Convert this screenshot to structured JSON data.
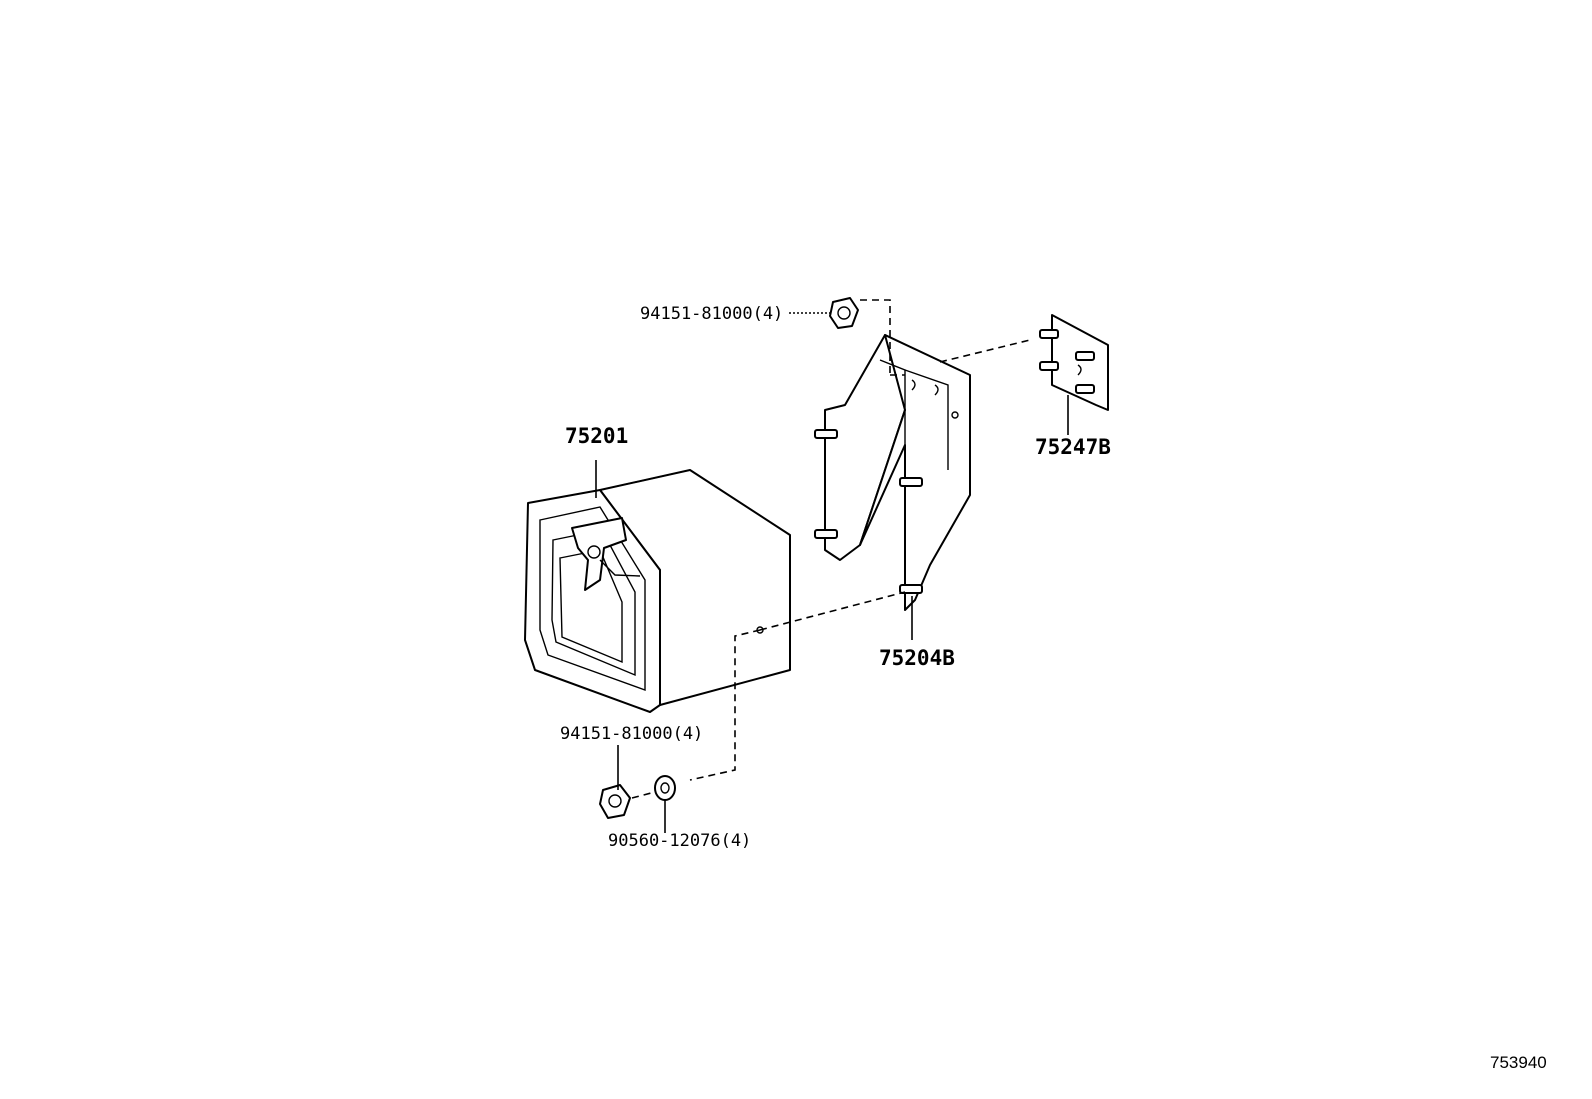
{
  "labels": {
    "box": "75201",
    "bracket": "75204B",
    "plate": "75247B",
    "nut_top": "94151-81000(4)",
    "nut_bottom": "94151-81000(4)",
    "washer": "90560-12076(4)",
    "diagram_id": "753940"
  },
  "icons": {
    "nut": "hex-flange-nut-icon",
    "washer": "washer-icon",
    "stud": "stud-bolt-icon"
  }
}
